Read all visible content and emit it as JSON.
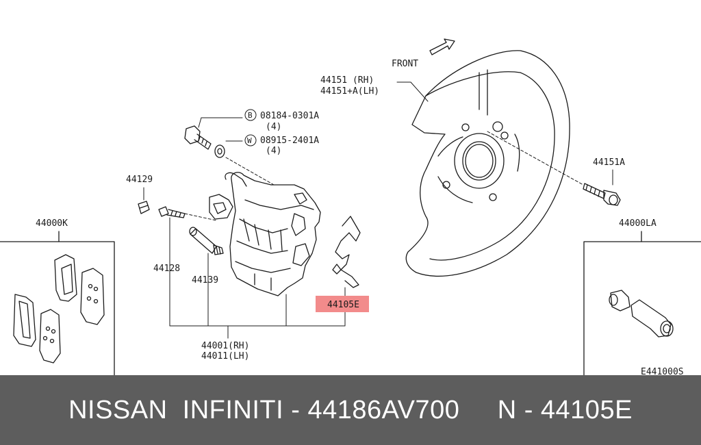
{
  "diagram": {
    "front_label": "FRONT",
    "labels": {
      "p44151_line1": "44151   (RH)",
      "p44151_line2": "44151+A(LH)",
      "bolt_b_code": "08184-0301A",
      "bolt_b_qty": "(4)",
      "washer_w_code": "08915-2401A",
      "washer_w_qty": "(4)",
      "marker_b": "B",
      "marker_w": "W",
      "p44129": "44129",
      "p44000k": "44000K",
      "p44128": "44128",
      "p44139": "44139",
      "p44105e": "44105E",
      "p44001": "44001(RH)",
      "p44011": "44011(LH)",
      "p44151a": "44151A",
      "p44000la": "44000LA",
      "figure_code": "E441000S"
    },
    "highlight_color": "#f28b8b"
  },
  "footer": {
    "text": "NISSAN  INFINITI - 44186AV700     N - 44105E"
  }
}
